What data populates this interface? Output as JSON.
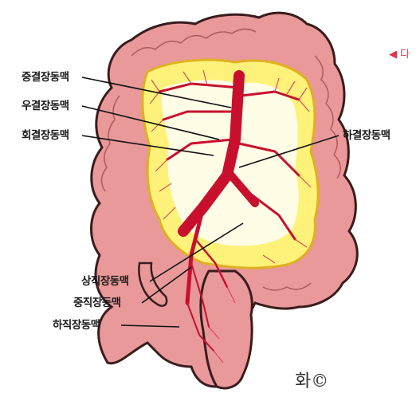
{
  "labels": {
    "middle_colic": "중결장동맥",
    "right_colic": "우결장동맥",
    "ileocolic": "회결장동맥",
    "left_colic": "하결장동맥",
    "superior_rectal": "상직장동맥",
    "middle_rectal": "중직장동맥",
    "inferior_rectal": "하직장동맥"
  },
  "marker_text": "◀ 다",
  "signature": "화©",
  "colors": {
    "colon_fill": "#e9999a",
    "colon_stroke": "#3a1c1c",
    "mesentery": "#fff27a",
    "mesentery_light": "#fffde6",
    "artery": "#c8102e",
    "artery_thin": "#d9404f",
    "marker": "#e0304a"
  }
}
